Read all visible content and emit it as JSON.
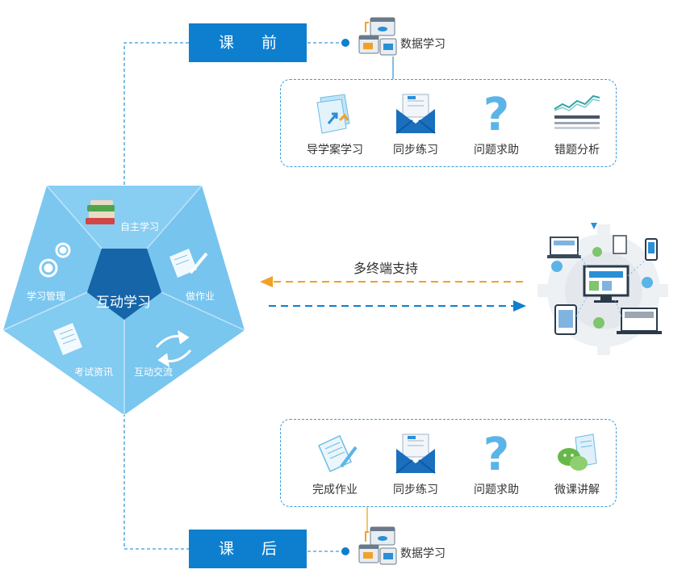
{
  "before_class": {
    "phase_label": "课 前",
    "data_study_label": "数据学习",
    "items": [
      {
        "label": "导学案学习",
        "icon": "guide-doc-icon"
      },
      {
        "label": "同步练习",
        "icon": "envelope-icon"
      },
      {
        "label": "问题求助",
        "icon": "question-icon"
      },
      {
        "label": "错题分析",
        "icon": "chart-analysis-icon"
      }
    ]
  },
  "after_class": {
    "phase_label": "课 后",
    "data_study_label": "数据学习",
    "items": [
      {
        "label": "完成作业",
        "icon": "homework-icon"
      },
      {
        "label": "同步练习",
        "icon": "envelope-icon"
      },
      {
        "label": "问题求助",
        "icon": "question-icon"
      },
      {
        "label": "微课讲解",
        "icon": "wechat-lecture-icon"
      }
    ]
  },
  "pentagon": {
    "center_label": "互动学习",
    "segments": {
      "top": "自主学习",
      "right": "做作业",
      "bottom_right": "互动交流",
      "bottom_left": "考试资讯",
      "left": "学习管理"
    }
  },
  "multi_terminal_label": "多终端支持",
  "colors": {
    "primary_blue": "#0e7fcf",
    "light_blue": "#7ec8f0",
    "dark_blue": "#1565a8",
    "orange": "#f2a126",
    "dashed_blue": "#3a9ad9"
  }
}
